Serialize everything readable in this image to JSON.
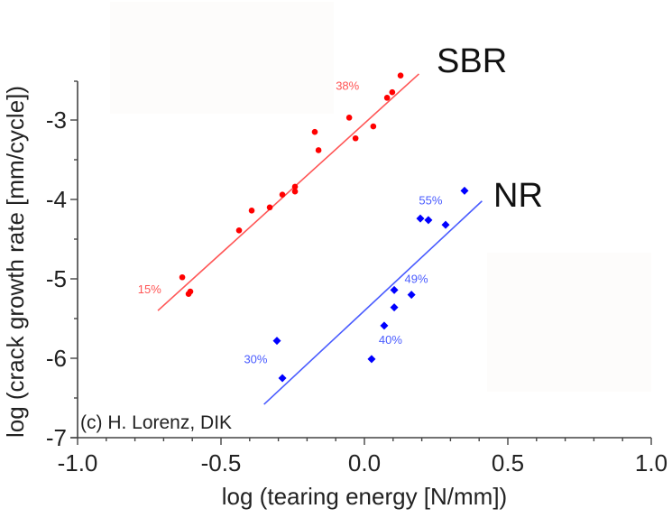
{
  "chart_data": {
    "type": "scatter",
    "title": "",
    "xlabel": "log (tearing energy [N/mm])",
    "ylabel": "log (crack growth rate [mm/cycle])",
    "xlim": [
      -1.0,
      1.0
    ],
    "ylim": [
      -7.0,
      -2.5
    ],
    "x_ticks": [
      "-1.0",
      "-0.5",
      "0.0",
      "0.5",
      "1.0"
    ],
    "y_ticks": [
      "-3",
      "-4",
      "-5",
      "-6",
      "-7"
    ],
    "grid": false,
    "legend": "none",
    "credit": "(c) H. Lorenz, DIK",
    "series": [
      {
        "name": "SBR",
        "color": "#ff0000",
        "line_color": "#ff5555",
        "marker": "circle",
        "points": [
          [
            -0.635,
            -4.98
          ],
          [
            -0.613,
            -5.19
          ],
          [
            -0.607,
            -5.16
          ],
          [
            -0.437,
            -4.39
          ],
          [
            -0.393,
            -4.14
          ],
          [
            -0.33,
            -4.1
          ],
          [
            -0.286,
            -3.94
          ],
          [
            -0.242,
            -3.84
          ],
          [
            -0.242,
            -3.9
          ],
          [
            -0.173,
            -3.15
          ],
          [
            -0.16,
            -3.38
          ],
          [
            -0.053,
            -2.97
          ],
          [
            -0.031,
            -3.23
          ],
          [
            0.031,
            -3.08
          ],
          [
            0.079,
            -2.72
          ],
          [
            0.097,
            -2.65
          ],
          [
            0.126,
            -2.44
          ]
        ],
        "fit_line": [
          [
            -0.72,
            -5.4
          ],
          [
            0.19,
            -2.42
          ]
        ],
        "annotations": [
          {
            "text": "15%",
            "x": -0.79,
            "y": -5.18
          },
          {
            "text": "38%",
            "x": -0.1,
            "y": -2.62
          }
        ]
      },
      {
        "name": "NR",
        "color": "#0000ff",
        "line_color": "#4a5cff",
        "marker": "diamond",
        "points": [
          [
            -0.305,
            -5.78
          ],
          [
            -0.286,
            -6.25
          ],
          [
            0.025,
            -6.01
          ],
          [
            0.069,
            -5.59
          ],
          [
            0.104,
            -5.14
          ],
          [
            0.104,
            -5.36
          ],
          [
            0.164,
            -5.2
          ],
          [
            0.195,
            -4.24
          ],
          [
            0.223,
            -4.26
          ],
          [
            0.283,
            -4.32
          ],
          [
            0.349,
            -3.89
          ]
        ],
        "fit_line": [
          [
            -0.35,
            -6.58
          ],
          [
            0.41,
            -4.02
          ]
        ],
        "annotations": [
          {
            "text": "30%",
            "x": -0.42,
            "y": -6.06
          },
          {
            "text": "40%",
            "x": 0.05,
            "y": -5.82
          },
          {
            "text": "49%",
            "x": 0.14,
            "y": -5.05
          },
          {
            "text": "55%",
            "x": 0.19,
            "y": -4.06
          }
        ]
      }
    ]
  },
  "labels": {
    "sbr": "SBR",
    "nr": "NR",
    "credit": "(c) H. Lorenz, DIK",
    "xlabel": "log (tearing energy [N/mm])",
    "ylabel": "log (crack growth rate [mm/cycle])"
  }
}
